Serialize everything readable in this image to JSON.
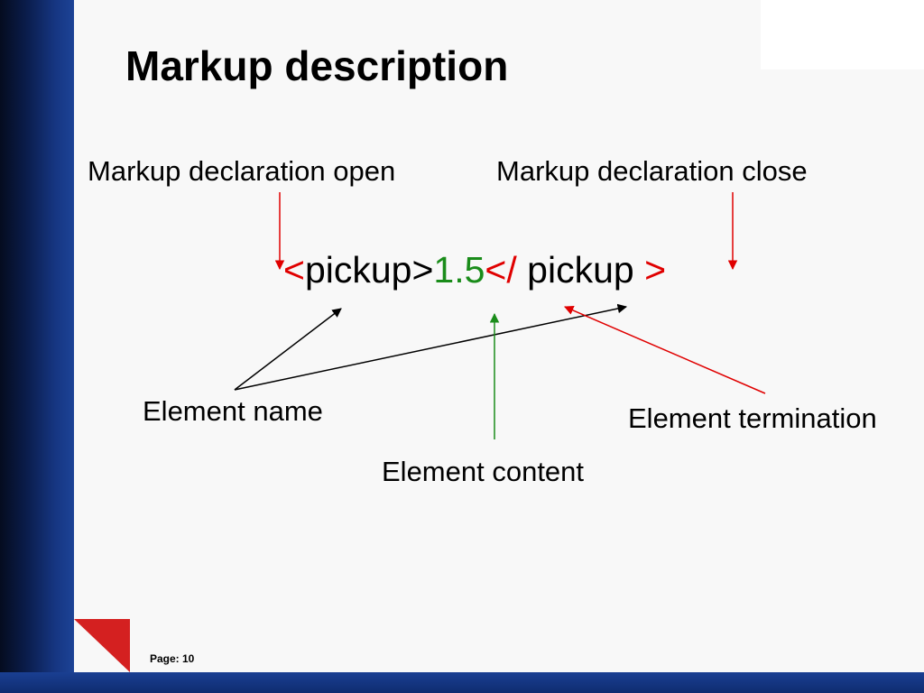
{
  "slide": {
    "title": "Markup description",
    "labels": {
      "decl_open": "Markup declaration open",
      "decl_close": "Markup declaration close",
      "element_name": "Element name",
      "element_content": "Element content",
      "element_termination": "Element termination"
    },
    "markup": {
      "open_bracket": "<",
      "start_tag_name": "pickup>",
      "content": "1.5",
      "close_open": "</",
      "end_tag_name": " pickup ",
      "close_bracket": ">"
    },
    "page_label": "Page: 10"
  },
  "colors": {
    "markup_delimiter": "#e00000",
    "content": "#1a8c1a",
    "accent_red": "#d42020",
    "band_blue": "#1a3f92"
  }
}
